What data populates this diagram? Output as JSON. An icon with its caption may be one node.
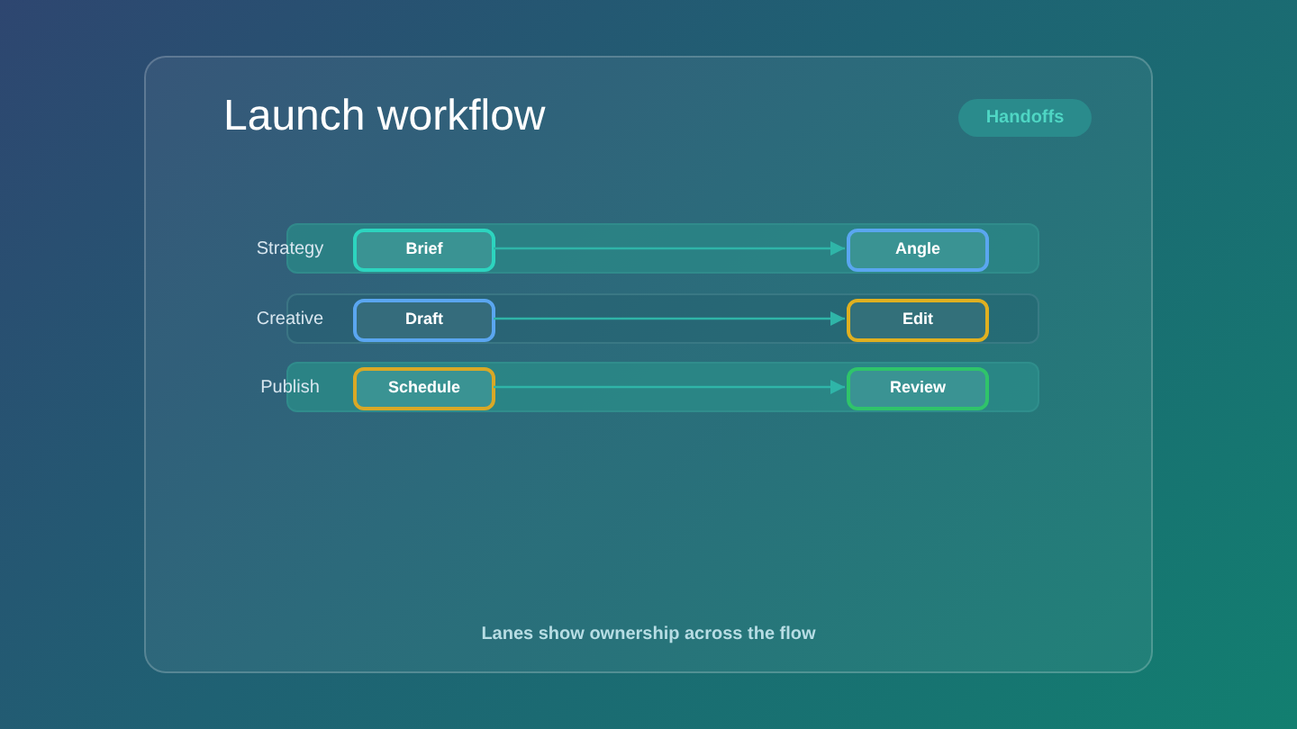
{
  "diagram": {
    "title": "Launch workflow",
    "caption": "Lanes show ownership across the flow",
    "nodes": [
      {
        "text": [
          "Handoffs"
        ]
      },
      {
        "text": [
          "Strategy"
        ]
      },
      {
        "text": [
          "Brief"
        ],
        "in": 1
      },
      {
        "text": [
          "Angle"
        ],
        "in": 1
      },
      {
        "text": [
          "Creative"
        ]
      },
      {
        "text": [
          "Draft"
        ],
        "in": 4
      },
      {
        "text": [
          "Edit"
        ],
        "in": 4
      },
      {
        "text": [
          "Publish"
        ]
      },
      {
        "text": [
          "Schedule"
        ],
        "in": 7
      },
      {
        "text": [
          "Review"
        ],
        "in": 7
      }
    ],
    "edges": [
      {
        "from": 2,
        "to": 3,
        "arrow": "to"
      },
      {
        "from": 5,
        "to": 6,
        "arrow": "to"
      },
      {
        "from": 8,
        "to": 9,
        "arrow": "to"
      }
    ]
  }
}
